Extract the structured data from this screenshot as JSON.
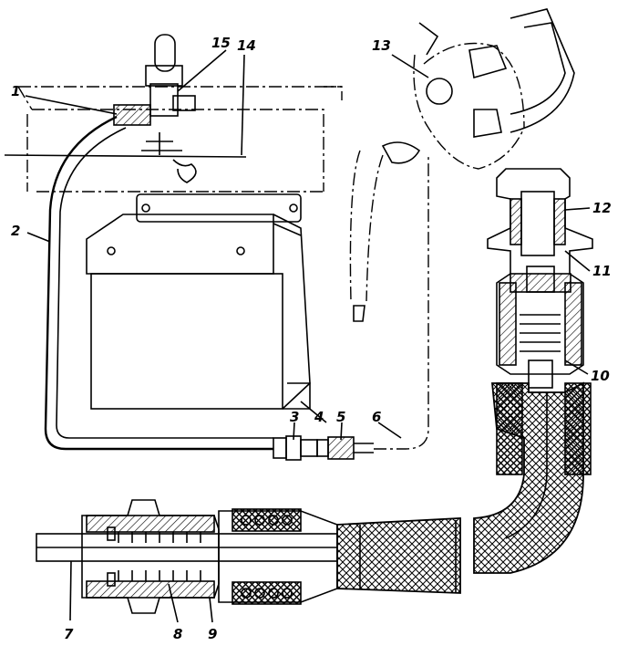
{
  "figure": {
    "callouts": [
      "1",
      "2",
      "3",
      "4",
      "5",
      "6",
      "7",
      "8",
      "9",
      "10",
      "11",
      "12",
      "13",
      "14",
      "15"
    ]
  },
  "colors": {
    "ink": "#000000",
    "paper": "#ffffff"
  }
}
